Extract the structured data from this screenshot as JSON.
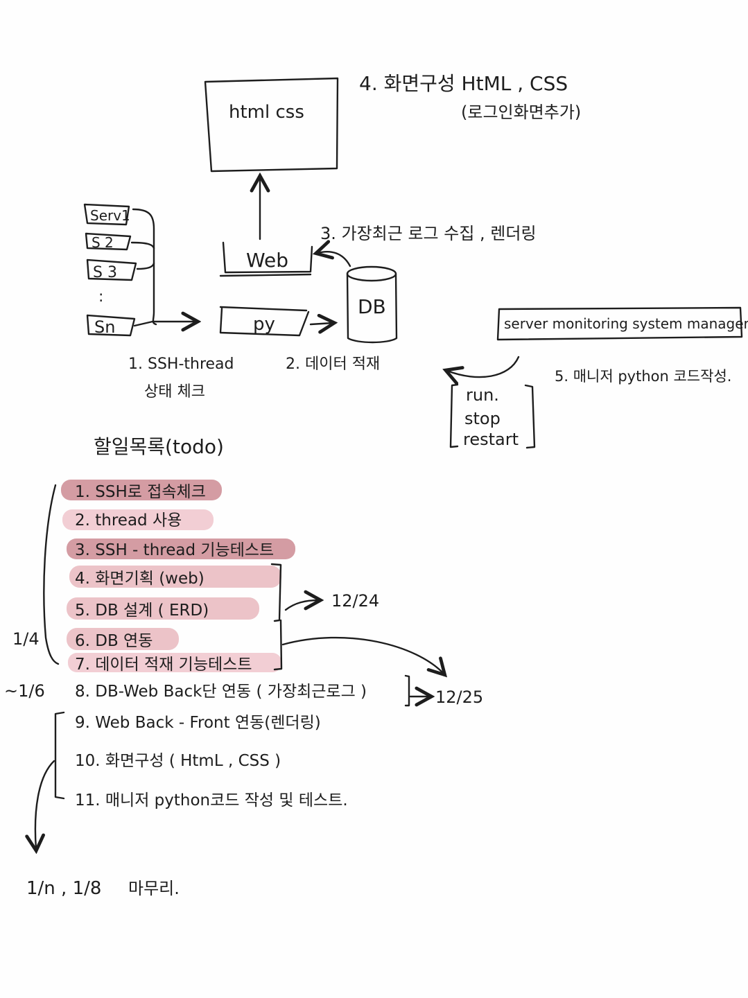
{
  "diagram": {
    "browser_box_label": "html  css",
    "step4_note": "4. 화면구성  HtML , CSS",
    "step4_sub": "(로그인화면추가)",
    "servers": [
      "Serv1",
      "S 2",
      "S 3",
      ":",
      "Sn"
    ],
    "web_label": "Web",
    "py_label": "py",
    "db_label": "DB",
    "step3_note": "3. 가장최근 로그 수집 , 렌더링",
    "step1_note_line1": "1. SSH-thread",
    "step1_note_line2": "상태 체크",
    "step2_note": "2. 데이터 적재",
    "manager_file": "server monitoring system manager.py",
    "manager_commands": [
      "run.",
      "stop",
      "restart"
    ],
    "step5_note": "5. 매니저 python 코드작성."
  },
  "todo": {
    "title": "할일목록(todo)",
    "items": [
      {
        "text": "1. SSH로 접속체크",
        "highlight": "dark"
      },
      {
        "text": "2. thread 사용",
        "highlight": "pink"
      },
      {
        "text": "3. SSH - thread 기능테스트",
        "highlight": "dark"
      },
      {
        "text": "4. 화면기획 (web)",
        "highlight": "light"
      },
      {
        "text": "5. DB 설계 ( ERD)",
        "highlight": "light"
      },
      {
        "text": "6. DB 연동",
        "highlight": "light"
      },
      {
        "text": "7. 데이터 적재 기능테스트",
        "highlight": "pink"
      },
      {
        "text": "8. DB-Web Back단 연동 ( 가장최근로그 )",
        "highlight": "none"
      },
      {
        "text": "9. Web Back - Front 연동(렌더링)",
        "highlight": "none"
      },
      {
        "text": "10. 화면구성 ( HtmL , CSS )",
        "highlight": "none"
      },
      {
        "text": "11. 매니저 python코드 작성 및 테스트.",
        "highlight": "none"
      }
    ],
    "date_1224": "12/24",
    "date_1225": "12/25",
    "date_14": "1/4",
    "date_16": "~1/6",
    "finish_dates": "1/n , 1/8",
    "finish_label": "마무리."
  },
  "colors": {
    "ink": "#1d1d1d",
    "highlight_dark": "#b04a58",
    "highlight_light": "#d87c88",
    "highlight_pink": "#e8a6b0"
  }
}
